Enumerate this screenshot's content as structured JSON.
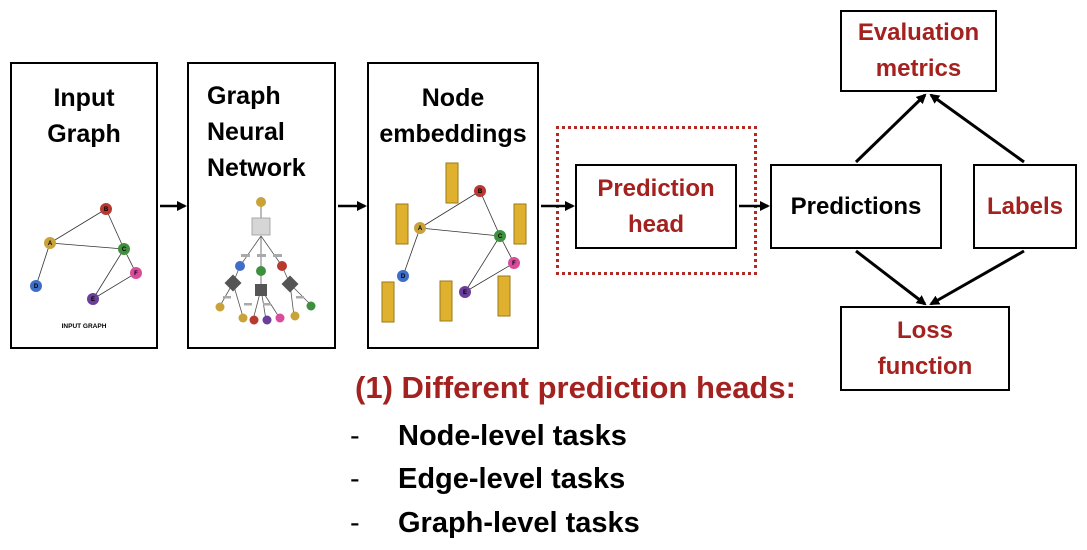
{
  "blocks": {
    "input_graph": {
      "title_line1": "Input",
      "title_line2": "Graph",
      "caption": "INPUT GRAPH"
    },
    "gnn": {
      "title_line1": "Graph",
      "title_line2": "Neural",
      "title_line3": "Network"
    },
    "node_embeddings": {
      "title_line1": "Node",
      "title_line2": "embeddings"
    },
    "prediction_head": {
      "line1": "Prediction",
      "line2": "head"
    },
    "predictions": {
      "label": "Predictions"
    },
    "labels": {
      "label": "Labels"
    },
    "evaluation_metrics": {
      "line1": "Evaluation",
      "line2": "metrics"
    },
    "loss_function": {
      "line1": "Loss",
      "line2": "function"
    }
  },
  "graph_nodes": [
    "A",
    "B",
    "C",
    "D",
    "E",
    "F"
  ],
  "node_colors": {
    "A": "#c9a23a",
    "B": "#b8392f",
    "C": "#3f8f3f",
    "D": "#3e6ec8",
    "E": "#6a3f9a",
    "F": "#d84c9b"
  },
  "colors": {
    "accent_red": "#a3211f",
    "embedding_gold": "#e0b12e"
  },
  "bottom": {
    "title": "(1) Different prediction heads:",
    "tasks": [
      {
        "bullet": "-",
        "label": "Node-level tasks"
      },
      {
        "bullet": "-",
        "label": "Edge-level tasks"
      },
      {
        "bullet": "-",
        "label": "Graph-level tasks"
      }
    ]
  }
}
